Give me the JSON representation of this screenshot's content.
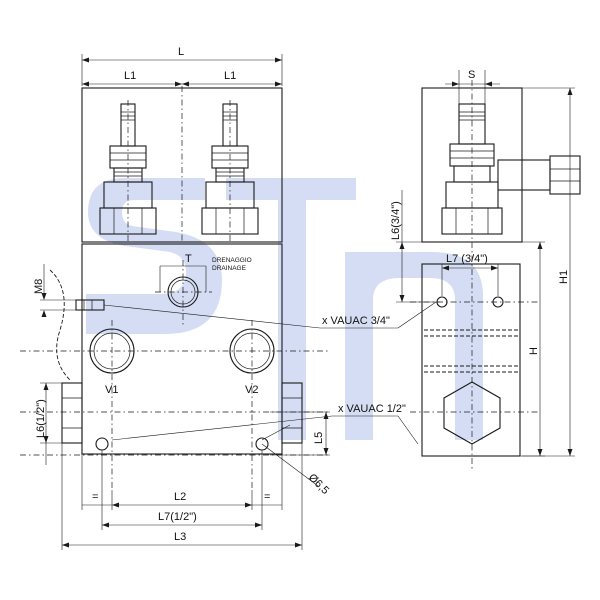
{
  "dimensions": {
    "L": "L",
    "L1_left": "L1",
    "L1_right": "L1",
    "S": "S",
    "T": "T",
    "M8": "M8",
    "L6_3_4": "L6(3/4\")",
    "L7_3_4": "L7 (3/4\")",
    "H1": "H1",
    "H": "H",
    "V1": "V1",
    "V2": "V2",
    "L6_1_2": "L6(1/2\")",
    "L5": "L5",
    "dia": "Ø6,5",
    "L2": "L2",
    "L7_1_2": "L7(1/2\")",
    "L3": "L3",
    "eq_left": "=",
    "eq_right": "="
  },
  "notes": {
    "drain_it": "DRENAGGIO",
    "drain_en": "DRAINAGE",
    "vauac_34": "x VAUAC 3/4\"",
    "vauac_12": "x VAUAC 1/2\""
  },
  "watermark": {
    "color": "#3d63c8"
  }
}
